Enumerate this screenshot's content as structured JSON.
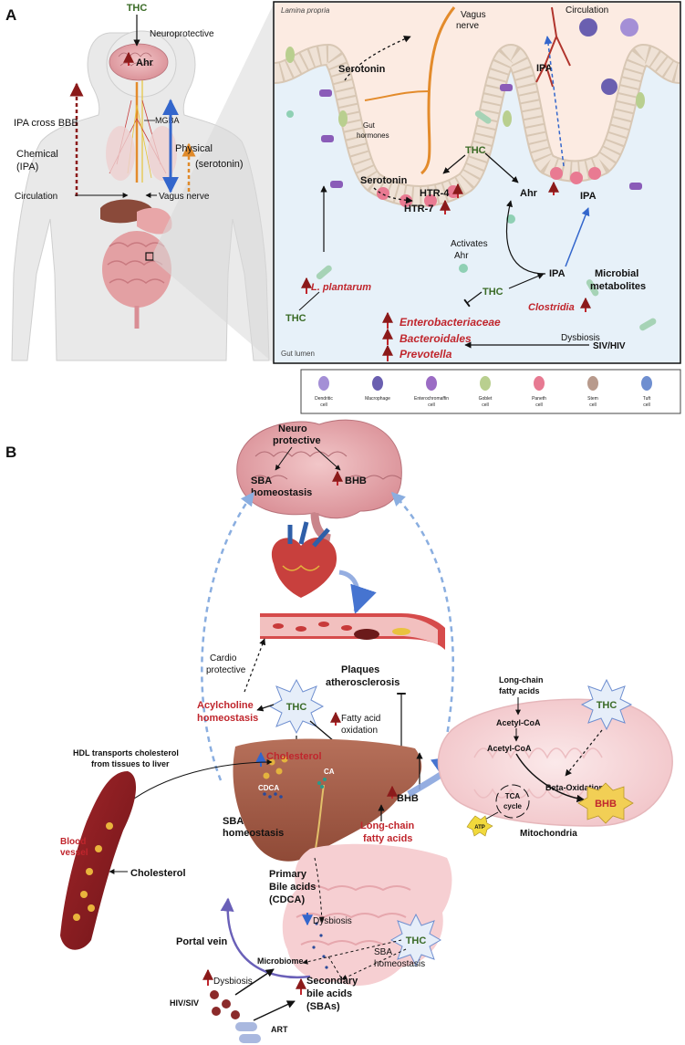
{
  "panel_a": {
    "label": "A",
    "body": {
      "thc": "THC",
      "neuroprotective": "Neuroprotective",
      "ahr": "Ahr",
      "ipa_cross_bbb": "IPA cross BBB",
      "chemical_line1": "Chemical",
      "chemical_line2": "(IPA)",
      "mgba": "MGBA",
      "physical_line1": "Physical",
      "physical_line2": "(serotonin)",
      "circulation": "Circulation",
      "vagus_nerve": "Vagus nerve"
    },
    "gut": {
      "lamina_propria": "Lamina propria",
      "vagus_line1": "Vagus",
      "vagus_line2": "nerve",
      "circulation": "Circulation",
      "ipa_top": "IPA",
      "serotonin_top": "Serotonin",
      "gut_hormones_line1": "Gut",
      "gut_hormones_line2": "hormones",
      "thc_mid": "THC",
      "serotonin_mid": "Serotonin",
      "htr4": "HTR-4",
      "htr7": "HTR-7",
      "ahr": "Ahr",
      "ipa_right": "IPA",
      "activates_line1": "Activates",
      "activates_line2": "Ahr",
      "ipa_low": "IPA",
      "microbial_line1": "Microbial",
      "microbial_line2": "metabolites",
      "l_plantarum": "L. plantarum",
      "thc_low": "THC",
      "thc_left": "THC",
      "clostridia": "Clostridia",
      "enterobacteriaceae": "Enterobacteriaceae",
      "bacteroidales": "Bacteroidales",
      "prevotella": "Prevotella",
      "dysbiosis": "Dysbiosis",
      "siv_hiv": "SIV/HIV",
      "gut_lumen": "Gut lumen"
    },
    "legend": [
      {
        "line1": "Dendritic",
        "line2": "cell",
        "color": "#a48fd6"
      },
      {
        "line1": "Macrophage",
        "line2": "",
        "color": "#6a5fb0"
      },
      {
        "line1": "Enterochromaffin",
        "line2": "cell",
        "color": "#9b6cc4"
      },
      {
        "line1": "Goblet",
        "line2": "cell",
        "color": "#b9cf8f"
      },
      {
        "line1": "Paneth",
        "line2": "cell",
        "color": "#e77a92"
      },
      {
        "line1": "Stem",
        "line2": "cell",
        "color": "#b89a8c"
      },
      {
        "line1": "Tuft",
        "line2": "cell",
        "color": "#6f8fd0"
      }
    ]
  },
  "panel_b": {
    "label": "B",
    "brain": {
      "neuro_line1": "Neuro",
      "neuro_line2": "protective",
      "sba_line1": "SBA",
      "sba_line2": "homeostasis",
      "bhb": "BHB"
    },
    "cardio_line1": "Cardio",
    "cardio_line2": "protective",
    "plaques_line1": "Plaques",
    "plaques_line2": "atherosclerosis",
    "thc_center": "THC",
    "acylcholine_line1": "Acylcholine",
    "acylcholine_line2": "homeostasis",
    "fatty_line1": "Fatty acid",
    "fatty_line2": "oxidation",
    "cholesterol": "Cholesterol",
    "hdl_line1": "HDL transports cholesterol",
    "hdl_line2": "from tissues to liver",
    "ca": "CA",
    "cdca": "CDCA",
    "bhb_liver": "BHB",
    "sba_liver_line1": "SBA",
    "sba_liver_line2": "homeostasis",
    "lcfa_red_line1": "Long-chain",
    "lcfa_red_line2": "fatty acids",
    "blood_line1": "Blood",
    "blood_line2": "vessel",
    "cholesterol_vessel": "Cholesterol",
    "primary_line1": "Primary",
    "primary_line2": "Bile acids",
    "primary_line3": "(CDCA)",
    "dysbiosis_down": "Dysbiosis",
    "portal_vein": "Portal vein",
    "microbiome": "Microbiome",
    "thc_gut": "THC",
    "sba_gut_line1": "SBA",
    "sba_gut_line2": "homeostasis",
    "dysbiosis_up": "Dysbiosis",
    "hiv_siv": "HIV/SIV",
    "secondary_line1": "Secondary",
    "secondary_line2": "bile acids",
    "secondary_line3": "(SBAs)",
    "art": "ART",
    "mito": {
      "lcfa_line1": "Long-chain",
      "lcfa_line2": "fatty acids",
      "acetyl1": "Acetyl-CoA",
      "acetyl2": "Acetyl-CoA",
      "thc": "THC",
      "beta": "Beta-Oxidation",
      "tca_line1": "TCA",
      "tca_line2": "cycle",
      "atp": "ATP",
      "bhb": "BHB",
      "mitochondria": "Mitochondria"
    }
  }
}
